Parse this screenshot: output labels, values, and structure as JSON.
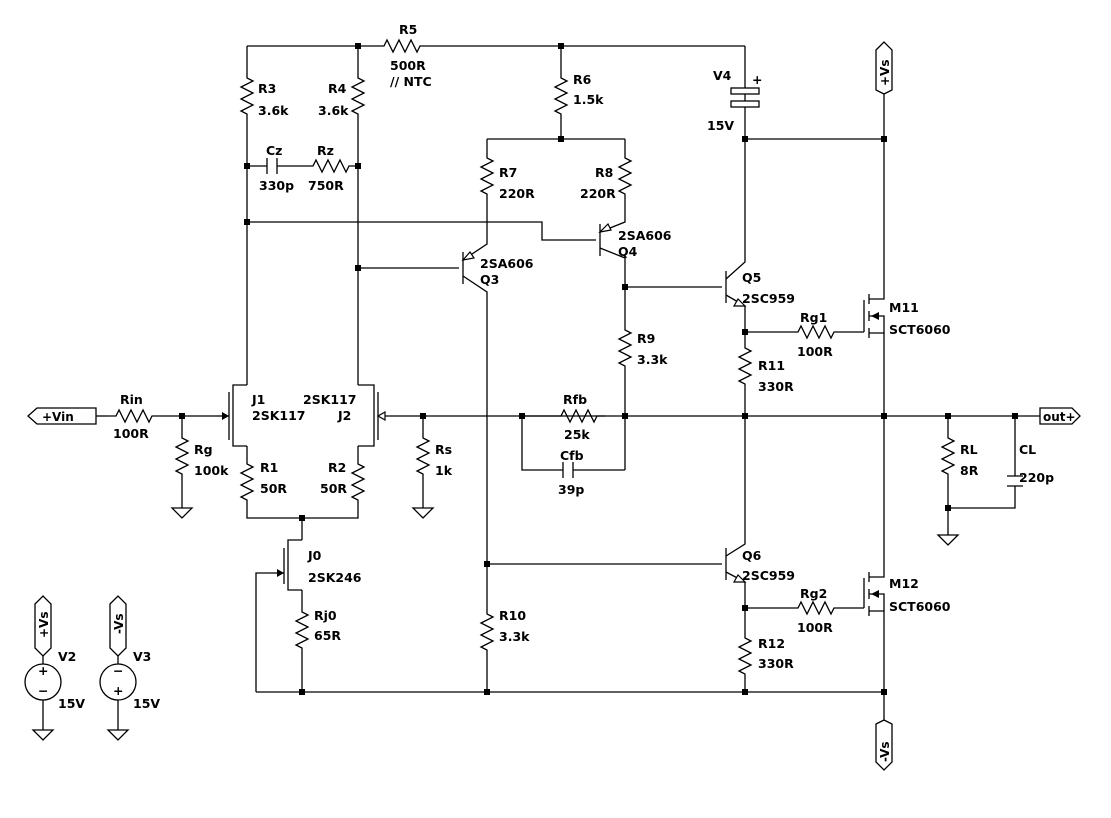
{
  "labels": {
    "R5": "R5",
    "R5v": "500R",
    "R5v2": "// NTC",
    "R3": "R3",
    "R3v": "3.6k",
    "R4": "R4",
    "R4v": "3.6k",
    "R6": "R6",
    "R6v": "1.5k",
    "V4": "V4",
    "V4v": "15V",
    "Cz": "Cz",
    "Czv": "330p",
    "Rz": "Rz",
    "Rzv": "750R",
    "R7": "R7",
    "R7v": "220R",
    "R8": "R8",
    "R8v": "220R",
    "Q4n": "2SA606",
    "Q4": "Q4",
    "Q3n": "2SA606",
    "Q3": "Q3",
    "Q5": "Q5",
    "Q5n": "2SC959",
    "M11": "M11",
    "M11n": "SCT6060",
    "Rg1": "Rg1",
    "Rg1v": "100R",
    "R9": "R9",
    "R9v": "3.3k",
    "R11": "R11",
    "R11v": "330R",
    "Rin": "Rin",
    "Rinv": "100R",
    "J1": "J1",
    "J1n": "2SK117",
    "J2n": "2SK117",
    "J2": "J2",
    "Rg": "Rg",
    "Rgv": "100k",
    "Rs": "Rs",
    "Rsv": "1k",
    "Rfb": "Rfb",
    "Rfbv": "25k",
    "Cfb": "Cfb",
    "Cfbv": "39p",
    "R1": "R1",
    "R1v": "50R",
    "R2": "R2",
    "R2v": "50R",
    "RL": "RL",
    "RLv": "8R",
    "CL": "CL",
    "CLv": "220p",
    "J0": "J0",
    "J0n": "2SK246",
    "Rj0": "Rj0",
    "Rj0v": "65R",
    "Q6": "Q6",
    "Q6n": "2SC959",
    "M12": "M12",
    "M12n": "SCT6060",
    "Rg2": "Rg2",
    "Rg2v": "100R",
    "R10": "R10",
    "R10v": "3.3k",
    "R12": "R12",
    "R12v": "330R",
    "V2": "V2",
    "V2v": "15V",
    "V3": "V3",
    "V3v": "15V"
  },
  "flags": {
    "vin": "+Vin",
    "out": "out+",
    "vs_top": "+Vs",
    "vs_bottom": "-Vs",
    "v2": "+Vs",
    "v3": "-Vs"
  },
  "source_signs": {
    "plus": "+",
    "minus": "−"
  }
}
